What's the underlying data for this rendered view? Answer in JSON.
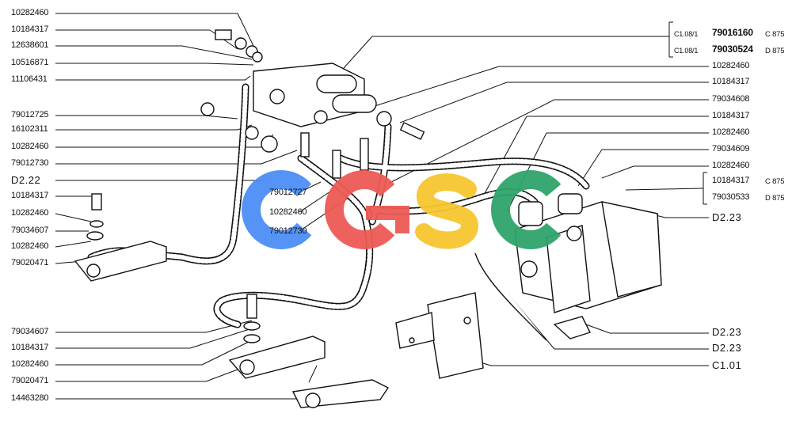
{
  "left_labels": [
    "10282460",
    "10184317",
    "12638601",
    "10516871",
    "11106431",
    "79012725",
    "16102311",
    "10282460",
    "79012730",
    "D2.22",
    "10184317",
    "10282460",
    "79034607",
    "10282460",
    "79020471",
    "79034607",
    "10184317",
    "10282460",
    "79020471",
    "14463280"
  ],
  "center_labels": [
    "79012727",
    "10282460",
    "79012730"
  ],
  "right_top": {
    "row1": {
      "ref": "C1.08/1",
      "code": "79016160",
      "variant": "C 875"
    },
    "row2": {
      "ref": "C1.08/1",
      "code": "79030524",
      "variant": "D 875"
    }
  },
  "right_labels": [
    "10282460",
    "10184317",
    "79034608",
    "10184317",
    "10282460",
    "79034609",
    "10282460"
  ],
  "right_group": {
    "row1": {
      "code": "10184317",
      "variant": "C 875"
    },
    "row2": {
      "code": "79030533",
      "variant": "D 875"
    }
  },
  "refs": [
    "D2.23",
    "D2.23",
    "D2.23",
    "C1.01"
  ],
  "watermark": {
    "letters": [
      "C",
      "G",
      "S",
      "C"
    ],
    "colors": [
      "#4c8df5",
      "#ee5a55",
      "#f7c62f",
      "#2ea36a"
    ]
  }
}
